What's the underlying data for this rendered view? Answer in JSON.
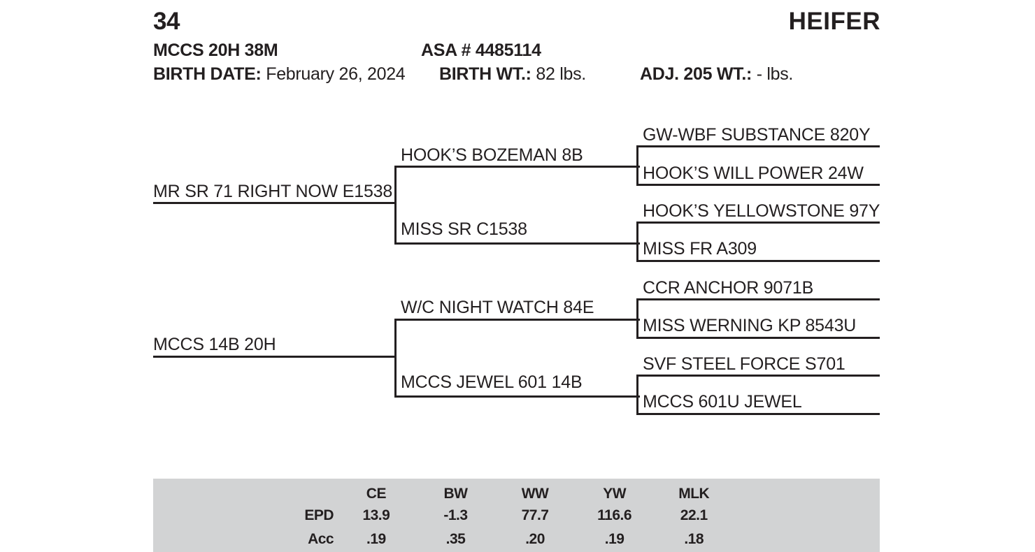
{
  "header": {
    "lot_number": "34",
    "sex": "HEIFER",
    "tag_name": "MCCS 20H 38M",
    "asa_number": "ASA # 4485114",
    "birth_date_label": "BIRTH DATE:",
    "birth_date_value": "February 26, 2024",
    "birth_wt_label": "BIRTH WT.:",
    "birth_wt_value": "82 lbs.",
    "adj_205_wt_label": "ADJ. 205 WT.:",
    "adj_205_wt_value": "- lbs."
  },
  "pedigree": {
    "sire": "MR SR 71 RIGHT NOW E1538",
    "dam": "MCCS 14B 20H",
    "sire_sire": "HOOK’S BOZEMAN 8B",
    "sire_dam": "MISS SR C1538",
    "dam_sire": "W/C NIGHT WATCH 84E",
    "dam_dam": "MCCS JEWEL 601 14B",
    "sire_sire_sire": "GW-WBF SUBSTANCE 820Y",
    "sire_sire_dam": "HOOK’S WILL POWER 24W",
    "sire_dam_sire": "HOOK’S YELLOWSTONE 97Y",
    "sire_dam_dam": "MISS FR A309",
    "dam_sire_sire": "CCR ANCHOR 9071B",
    "dam_sire_dam": "MISS WERNING KP 8543U",
    "dam_dam_sire": "SVF STEEL FORCE S701",
    "dam_dam_dam": "MCCS 601U JEWEL"
  },
  "epd": {
    "columns": [
      "CE",
      "BW",
      "WW",
      "YW",
      "MLK"
    ],
    "rows": [
      {
        "label": "EPD",
        "values": [
          "13.9",
          "-1.3",
          "77.7",
          "116.6",
          "22.1"
        ]
      },
      {
        "label": "Acc",
        "values": [
          ".19",
          ".35",
          ".20",
          ".19",
          ".18"
        ]
      }
    ],
    "background_color": "#d2d3d4"
  },
  "colors": {
    "ink": "#231f20",
    "page": "#ffffff",
    "panel": "#d2d3d4"
  }
}
